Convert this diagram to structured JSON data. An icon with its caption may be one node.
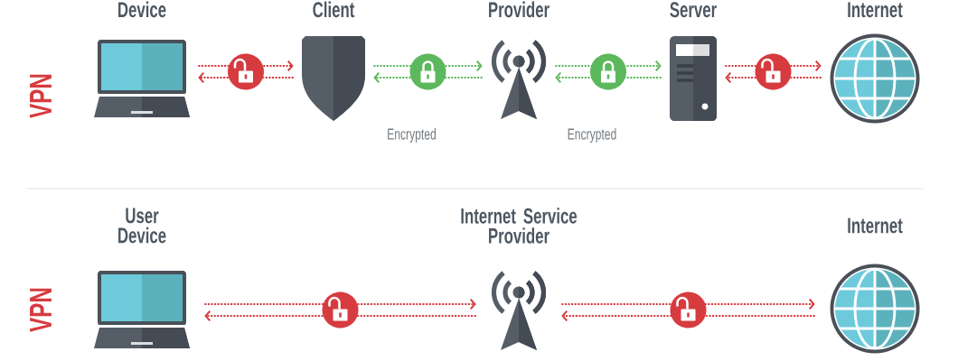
{
  "diagram": {
    "nodes": [
      {
        "text": [
          "Device"
        ]
      },
      {
        "text": [
          "Client"
        ]
      },
      {
        "text": [
          "Provider"
        ]
      },
      {
        "text": [
          "Server"
        ]
      },
      {
        "text": [
          "Internet"
        ]
      },
      {
        "text": [
          "User Device"
        ]
      },
      {
        "text": [
          "Internet Service Provider"
        ]
      },
      {
        "text": [
          "Internet"
        ]
      }
    ],
    "edges": [
      {
        "from": 0,
        "to": 1,
        "arrow": "to",
        "style": "dashed"
      },
      {
        "from": 1,
        "to": 0,
        "arrow": "to",
        "style": "dashed"
      },
      {
        "from": 1,
        "to": 2,
        "arrow": "to",
        "style": "dashed",
        "color": "#5cb85c"
      },
      {
        "from": 2,
        "to": 1,
        "arrow": "to",
        "style": "dashed",
        "color": "#5cb85c",
        "label": "Encrypted"
      },
      {
        "from": 2,
        "to": 3,
        "arrow": "to",
        "style": "dashed",
        "color": "#5cb85c"
      },
      {
        "from": 3,
        "to": 2,
        "arrow": "to",
        "style": "dashed",
        "color": "#5cb85c",
        "label": "Encrypted"
      },
      {
        "from": 3,
        "to": 4,
        "arrow": "to",
        "style": "dashed"
      },
      {
        "from": 4,
        "to": 3,
        "arrow": "to",
        "style": "dashed"
      },
      {
        "from": 5,
        "to": 6,
        "arrow": "to",
        "style": "dashed"
      },
      {
        "from": 6,
        "to": 5,
        "arrow": "to",
        "style": "dashed"
      },
      {
        "from": 6,
        "to": 7,
        "arrow": "to",
        "style": "dashed"
      },
      {
        "from": 7,
        "to": 6,
        "arrow": "to",
        "style": "dashed"
      }
    ],
    "labels": [
      "VPN",
      "VPN"
    ]
  }
}
